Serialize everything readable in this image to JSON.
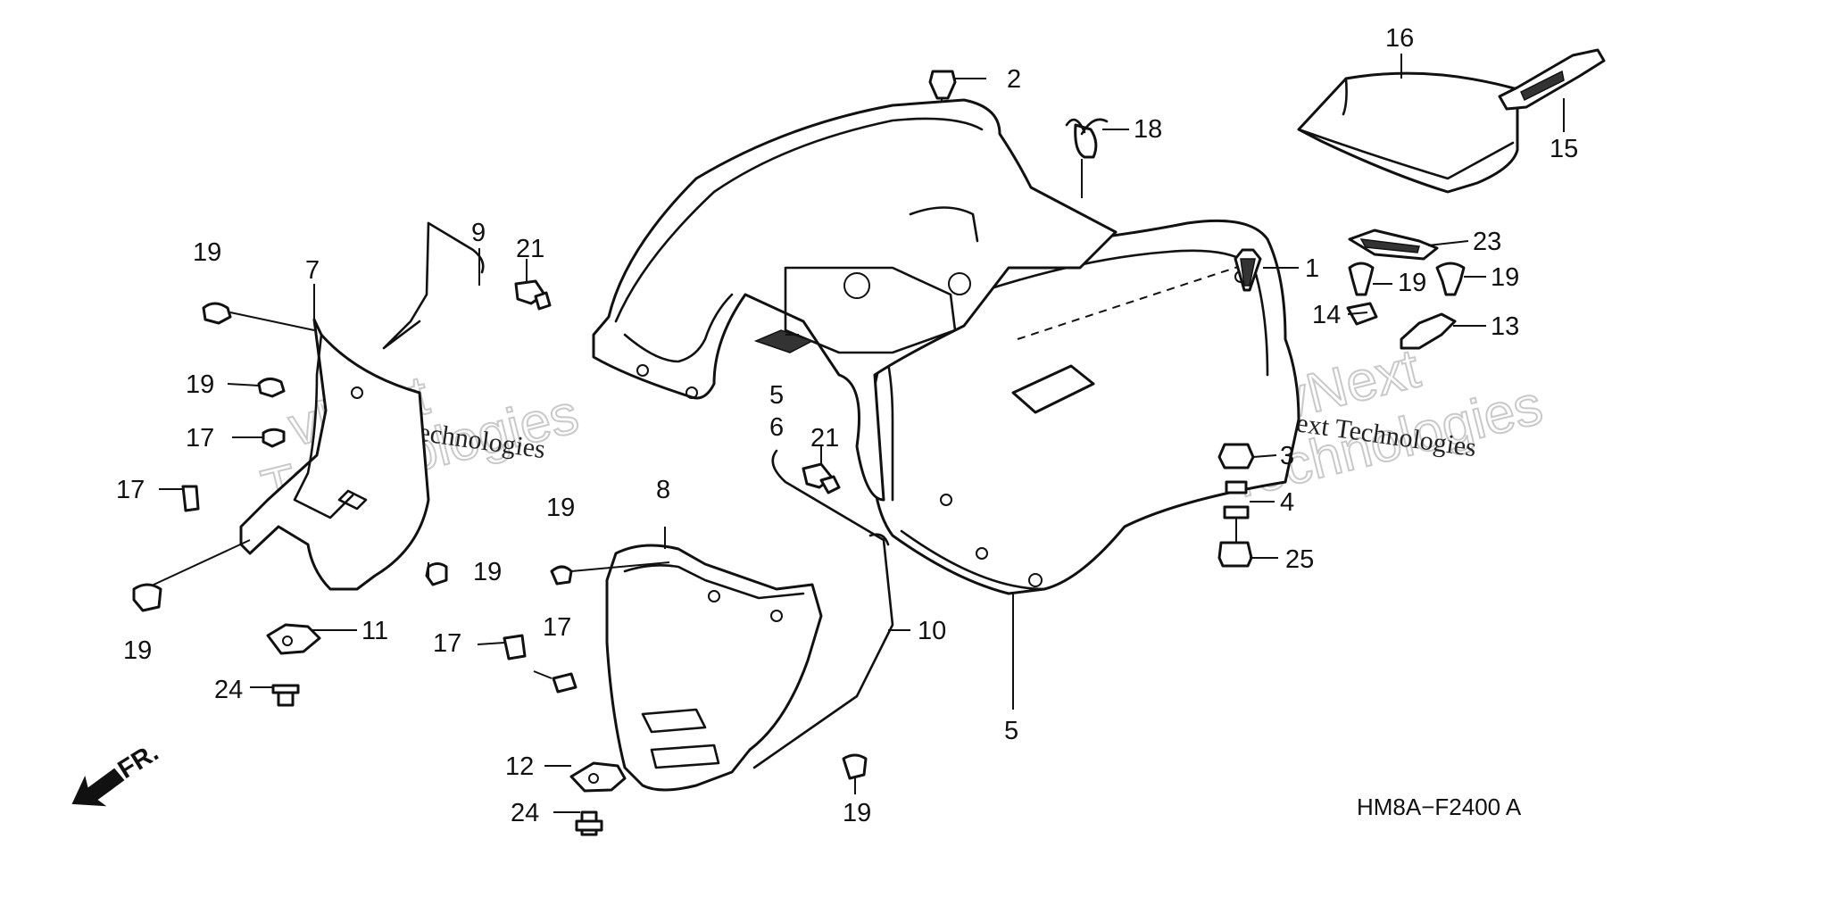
{
  "diagram_code": "HM8A−F2400 A",
  "direction_label": "FR.",
  "watermark": {
    "line1": "vNext",
    "line2": "Technologies",
    "small": "vNext Technologies"
  },
  "callouts": {
    "c2": "2",
    "c18": "18",
    "c16": "16",
    "c15": "15",
    "c1": "1",
    "c23": "23",
    "c19a": "19",
    "c19b": "19",
    "c14": "14",
    "c13": "13",
    "c3": "3",
    "c4": "4",
    "c25": "25",
    "c5a": "5",
    "c6": "6",
    "c5b": "5",
    "c21a": "21",
    "c21b": "21",
    "c9": "9",
    "c7": "7",
    "c19c": "19",
    "c19d": "19",
    "c17a": "17",
    "c17b": "17",
    "c19e": "19",
    "c19f": "19",
    "c11": "11",
    "c24a": "24",
    "c8": "8",
    "c19g": "19",
    "c17c": "17",
    "c17d": "17",
    "c10": "10",
    "c12": "12",
    "c24b": "24",
    "c19h": "19"
  }
}
